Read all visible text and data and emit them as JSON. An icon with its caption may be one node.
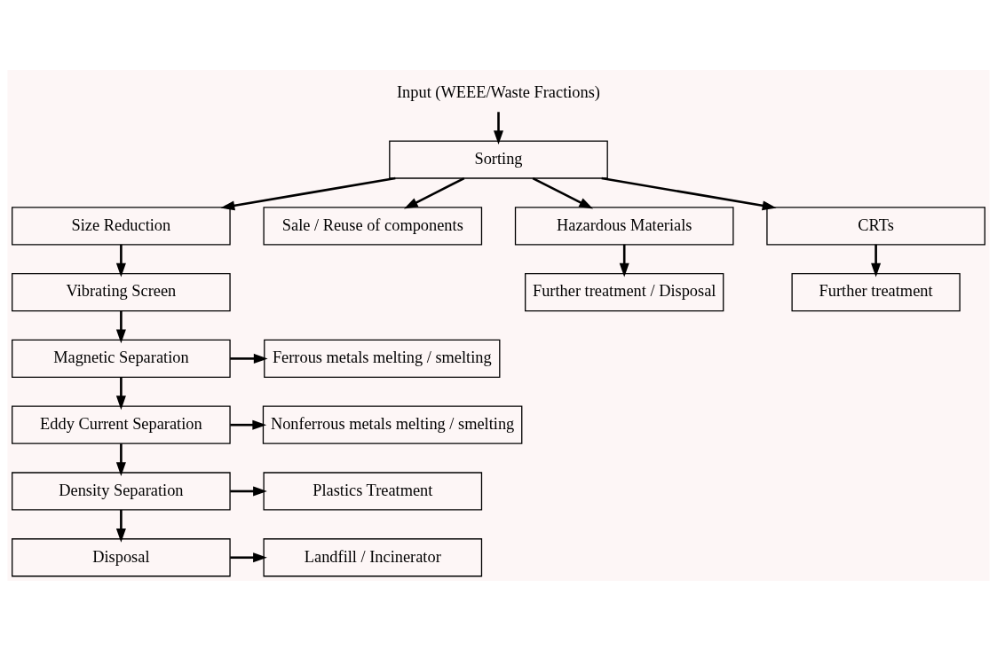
{
  "diagram": {
    "nodes": [
      {
        "text": [
          "Input (WEEE/Waste Fractions)"
        ]
      },
      {
        "text": [
          "Sorting"
        ]
      },
      {
        "text": [
          "Size Reduction"
        ]
      },
      {
        "text": [
          "Vibrating Screen"
        ]
      },
      {
        "text": [
          "Magnetic Separation"
        ]
      },
      {
        "text": [
          "Eddy Current Separation"
        ]
      },
      {
        "text": [
          "Density Separation"
        ]
      },
      {
        "text": [
          "Disposal"
        ]
      },
      {
        "text": [
          "Sale / Reuse of components"
        ]
      },
      {
        "text": [
          "Hazardous Materials"
        ]
      },
      {
        "text": [
          "CRTs"
        ]
      },
      {
        "text": [
          "Further treatment / Disposal"
        ]
      },
      {
        "text": [
          "Further treatment"
        ]
      },
      {
        "text": [
          "Ferrous metals melting / smelting"
        ]
      },
      {
        "text": [
          "Nonferrous metals melting / smelting"
        ]
      },
      {
        "text": [
          "Plastics Treatment"
        ]
      },
      {
        "text": [
          "Landfill / Incinerator"
        ]
      }
    ],
    "edges": [
      {
        "from": 0,
        "to": 1,
        "arrow": "to"
      },
      {
        "from": 1,
        "to": 2,
        "arrow": "to"
      },
      {
        "from": 2,
        "to": 3,
        "arrow": "to"
      },
      {
        "from": 3,
        "to": 4,
        "arrow": "to"
      },
      {
        "from": 4,
        "to": 5,
        "arrow": "to"
      },
      {
        "from": 5,
        "to": 6,
        "arrow": "to"
      },
      {
        "from": 6,
        "to": 7,
        "arrow": "to"
      },
      {
        "from": 1,
        "to": 8,
        "arrow": "to"
      },
      {
        "from": 1,
        "to": 9,
        "arrow": "to"
      },
      {
        "from": 1,
        "to": 10,
        "arrow": "to"
      },
      {
        "from": 9,
        "to": 11,
        "arrow": "to"
      },
      {
        "from": 10,
        "to": 12,
        "arrow": "to"
      },
      {
        "from": 4,
        "to": 13,
        "arrow": "to"
      },
      {
        "from": 5,
        "to": 14,
        "arrow": "to"
      },
      {
        "from": 6,
        "to": 15,
        "arrow": "to"
      },
      {
        "from": 7,
        "to": 16,
        "arrow": "to"
      }
    ]
  }
}
